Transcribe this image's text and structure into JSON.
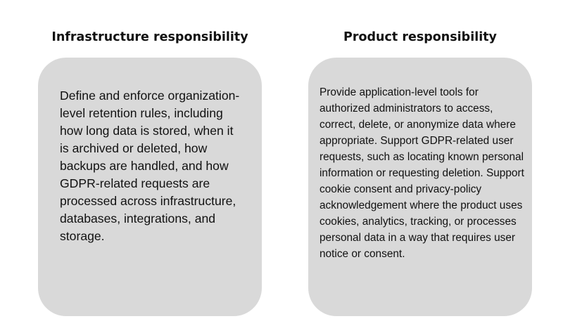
{
  "columns": [
    {
      "title": "Infrastructure responsibility",
      "body": "Define and enforce organization-level retention rules, including how long data is stored, when it is archived or deleted, how backups are handled, and how GDPR-related requests are processed across infrastructure, databases, integrations, and storage."
    },
    {
      "title": "Product responsibility",
      "body": "Provide application-level tools for authorized administrators to access, correct, delete, or anonymize data where appropriate. Support GDPR-related user requests, such as locating known personal information or requesting deletion. Support cookie consent and privacy-policy acknowledgement where the product uses cookies, analytics, tracking, or processes personal data in a way that requires user notice or consent."
    }
  ],
  "colors": {
    "card_background": "#d9d9d9",
    "text": "#111111",
    "page_background": "#ffffff"
  }
}
